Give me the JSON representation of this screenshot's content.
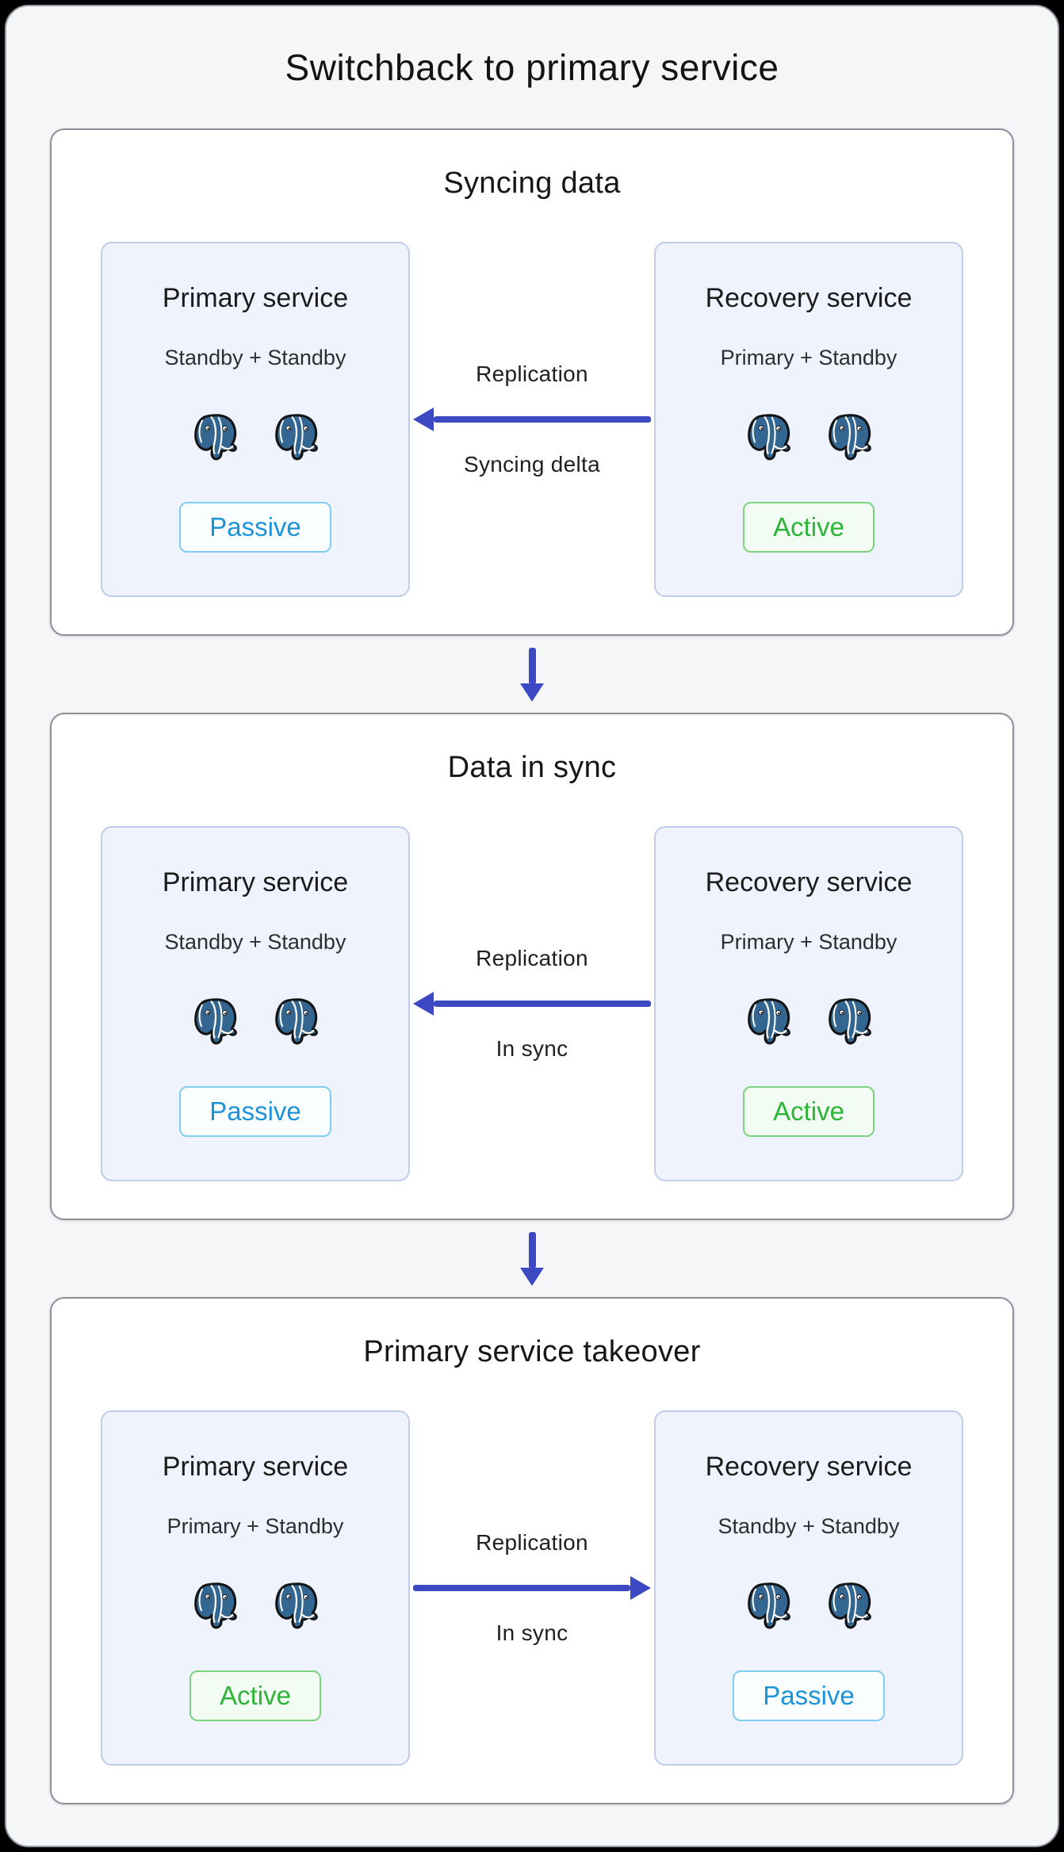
{
  "diagram": {
    "title": "Switchback to primary service",
    "stages": [
      {
        "title": "Syncing data",
        "left_card": {
          "title": "Primary service",
          "subtitle": "Standby + Standby",
          "status": "Passive"
        },
        "right_card": {
          "title": "Recovery service",
          "subtitle": "Primary + Standby",
          "status": "Active"
        },
        "arrow": {
          "direction": "left",
          "label_top": "Replication",
          "label_bottom": "Syncing delta"
        }
      },
      {
        "title": "Data in sync",
        "left_card": {
          "title": "Primary service",
          "subtitle": "Standby + Standby",
          "status": "Passive"
        },
        "right_card": {
          "title": "Recovery service",
          "subtitle": "Primary + Standby",
          "status": "Active"
        },
        "arrow": {
          "direction": "left",
          "label_top": "Replication",
          "label_bottom": "In sync"
        }
      },
      {
        "title": "Primary service takeover",
        "left_card": {
          "title": "Primary service",
          "subtitle": "Primary + Standby",
          "status": "Active"
        },
        "right_card": {
          "title": "Recovery service",
          "subtitle": "Standby + Standby",
          "status": "Passive"
        },
        "arrow": {
          "direction": "right",
          "label_top": "Replication",
          "label_bottom": "In sync"
        }
      }
    ],
    "icons": {
      "database": "postgres-elephant-icon"
    },
    "colors": {
      "arrow": "#3c49c2",
      "postgres_blue": "#336791",
      "active_text": "#2db438",
      "active_border": "#7ed47e",
      "active_bg": "#f3fcf3",
      "passive_text": "#1b93d8",
      "passive_border": "#7fcbf1",
      "passive_bg": "#fbfeff",
      "card_bg": "#eff3fd",
      "card_border": "#c0cceb",
      "section_bg": "#ffffff",
      "section_border": "#8d909b",
      "canvas_bg": "#f5f6f8"
    }
  }
}
